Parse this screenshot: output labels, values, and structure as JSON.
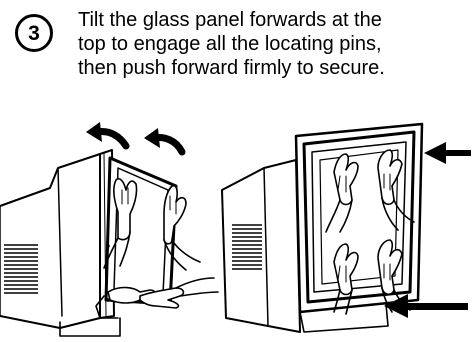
{
  "step": {
    "number": "3",
    "instruction_lines": [
      "Tilt the glass panel forwards at the",
      "top to engage all the locating pins,",
      "then push forward firmly to secure."
    ]
  },
  "illustrations": {
    "left": "monitor-with-glass-panel-being-tilted-forward",
    "right": "monitor-with-glass-panel-being-pushed-to-secure"
  }
}
